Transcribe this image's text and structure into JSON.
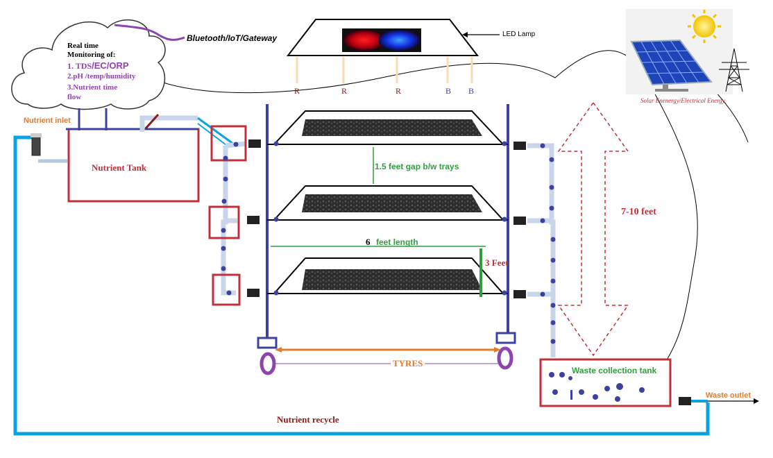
{
  "cloud": {
    "line1": "Real time",
    "line2": "Monitoring of:",
    "item1": "1. TDS",
    "item1b": "/EC/ORP",
    "item2": "2.pH /temp/humidity",
    "item3": "3.Nutrient time",
    "item3b": "flow"
  },
  "labels": {
    "bluetooth": "Bluetooth/IoT/Gateway",
    "led_lamp": "LED Lamp",
    "led_letters": [
      "R",
      "R",
      "R",
      "B",
      "B"
    ],
    "solar": "Solar Enenergy/Electrical Energy",
    "nutrient_inlet": "Nutrient inlet",
    "nutrient_tank": "Nutrient Tank",
    "gap": "1.5 feet gap b/w trays",
    "height_total": "7-10 feet",
    "length_num": "6",
    "length_text": "feet length",
    "tray_height": "3 Feet",
    "tyres": "TYRES",
    "waste_tank": "Waste collection tank",
    "waste_outlet": "Waste outlet",
    "nutrient_recycle": "Nutrient recycle"
  },
  "colors": {
    "frame": "#3d42a0",
    "pipe": "#0aa3e0",
    "tank_border": "#c0303a",
    "orange": "#e07c2a",
    "green": "#2e9e3e",
    "purple": "#8e44ad",
    "dark_red": "#8b1a1a"
  }
}
